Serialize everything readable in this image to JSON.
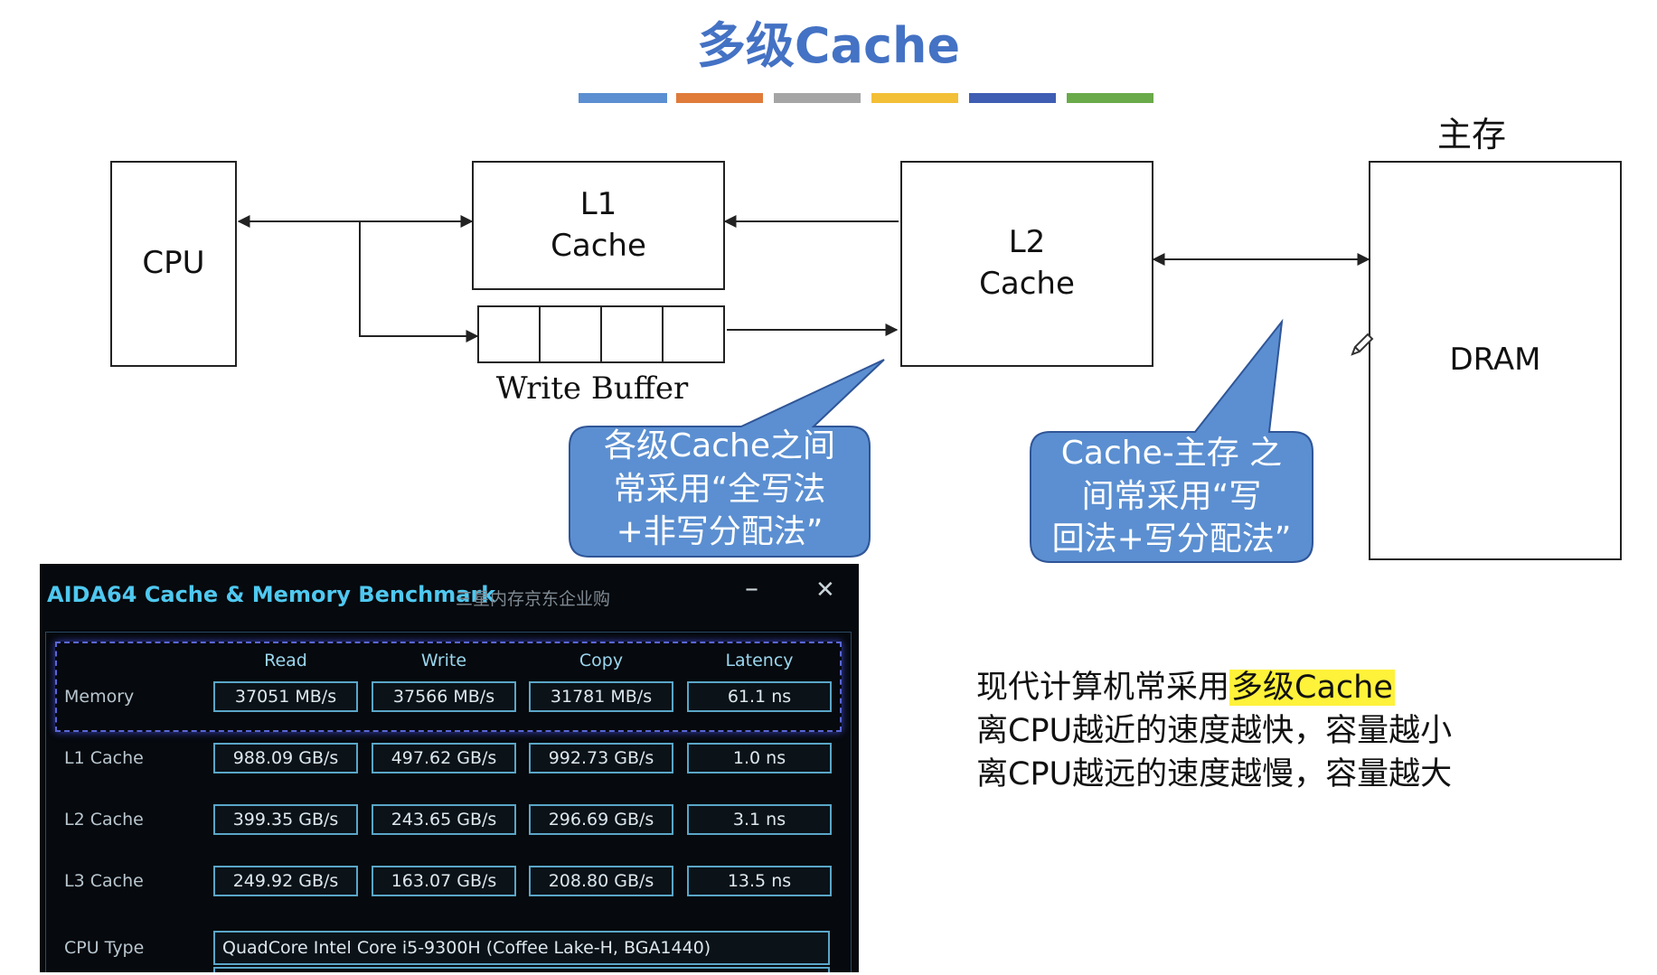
{
  "title": "多级Cache",
  "title_bar_colors": [
    "#5b8fd1",
    "#e07b3a",
    "#a5a5a5",
    "#f3bf36",
    "#3f5db2",
    "#6aaa4a"
  ],
  "diagram": {
    "cpu": "CPU",
    "l1": {
      "line1": "L1",
      "line2": "Cache"
    },
    "l2": {
      "line1": "L2",
      "line2": "Cache"
    },
    "write_buffer": "Write Buffer",
    "main_memory_label": "主存",
    "dram": "DRAM",
    "callout_left": {
      "line1": "各级Cache之间",
      "line2": "常采用“全写法",
      "line3": "+非写分配法”",
      "color": "#5b8fd1"
    },
    "callout_right": {
      "line1": "Cache-主存 之",
      "line2": "间常采用“写",
      "line3": "回法+写分配法”",
      "color": "#5b8fd1"
    }
  },
  "notes": {
    "line1_prefix": "现代计算机常采用",
    "line1_highlight": "多级Cache",
    "line2": "离CPU越近的速度越快，容量越小",
    "line3": "离CPU越远的速度越慢，容量越大"
  },
  "aida": {
    "title": "AIDA64 Cache & Memory Benchmark",
    "subtitle": "三星内存京东企业购",
    "min_symbol": "–",
    "close_symbol": "✕",
    "columns": [
      "Read",
      "Write",
      "Copy",
      "Latency"
    ],
    "rows": [
      {
        "label": "Memory",
        "values": [
          "37051 MB/s",
          "37566 MB/s",
          "31781 MB/s",
          "61.1 ns"
        ]
      },
      {
        "label": "L1 Cache",
        "values": [
          "988.09 GB/s",
          "497.62 GB/s",
          "992.73 GB/s",
          "1.0 ns"
        ]
      },
      {
        "label": "L2 Cache",
        "values": [
          "399.35 GB/s",
          "243.65 GB/s",
          "296.69 GB/s",
          "3.1 ns"
        ]
      },
      {
        "label": "L3 Cache",
        "values": [
          "249.92 GB/s",
          "163.07 GB/s",
          "208.80 GB/s",
          "13.5 ns"
        ]
      }
    ],
    "cpu_type_label": "CPU Type",
    "cpu_type_value": "QuadCore Intel Core i5-9300H  (Coffee Lake-H, BGA1440)"
  }
}
